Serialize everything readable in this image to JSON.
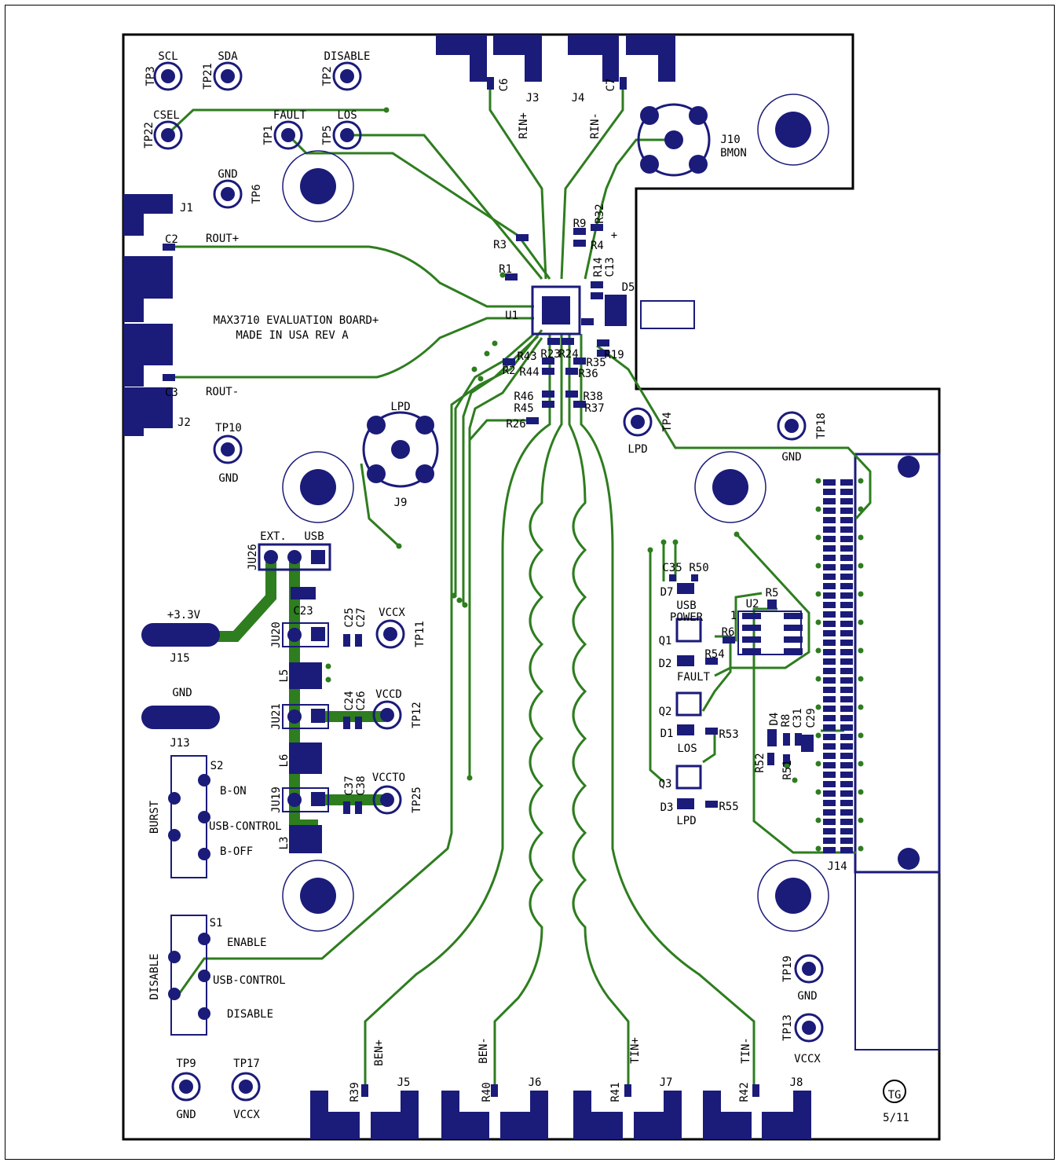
{
  "board": {
    "title_line1": "MAX3710 EVALUATION BOARD+",
    "title_line2": "MADE IN USA   REV A",
    "logo": "TG",
    "date": "5/11"
  },
  "colors": {
    "copper_pad": "#1b1b7a",
    "trace": "#2e7d1f",
    "outline": "#000000"
  },
  "testpoints": [
    {
      "id": "TP3",
      "net": "SCL"
    },
    {
      "id": "TP21",
      "net": "SDA"
    },
    {
      "id": "TP2",
      "net": "DISABLE"
    },
    {
      "id": "TP22",
      "net": "CSEL"
    },
    {
      "id": "TP1",
      "net": "FAULT"
    },
    {
      "id": "TP5",
      "net": "LOS"
    },
    {
      "id": "TP6",
      "net": "GND"
    },
    {
      "id": "TP10",
      "net": "GND"
    },
    {
      "id": "TP4",
      "net": "LPD"
    },
    {
      "id": "TP18",
      "net": "GND"
    },
    {
      "id": "TP11",
      "net": "VCCX"
    },
    {
      "id": "TP12",
      "net": "VCCD"
    },
    {
      "id": "TP25",
      "net": "VCCTO"
    },
    {
      "id": "TP19",
      "net": "GND"
    },
    {
      "id": "TP13",
      "net": "VCCX"
    },
    {
      "id": "TP9",
      "net": "GND"
    },
    {
      "id": "TP17",
      "net": "VCCX"
    }
  ],
  "connectors": {
    "J1": "J1",
    "J2": "J2",
    "J3": "J3",
    "J4": "J4",
    "J5": "J5",
    "J6": "J6",
    "J7": "J7",
    "J8": "J8",
    "J9": "J9",
    "J10": "J10",
    "J10_name": "BMON",
    "J13": "J13",
    "J14": "J14",
    "J15": "J15",
    "J9_name": "LPD"
  },
  "nets": {
    "rin_p": "RIN+",
    "rin_n": "RIN-",
    "rout_p": "ROUT+",
    "rout_n": "ROUT-",
    "ben_p": "BEN+",
    "ben_n": "BEN-",
    "tin_p": "TIN+",
    "tin_n": "TIN-",
    "plus_3v3": "+3.3V",
    "gnd": "GND",
    "plus": "+"
  },
  "jumpers": {
    "JU26": "JU26",
    "JU20": "JU20",
    "JU21": "JU21",
    "JU19": "JU19",
    "ext": "EXT.",
    "usb": "USB"
  },
  "switches": {
    "S2": {
      "id": "S2",
      "name": "BURST",
      "opt1": "B-ON",
      "opt2": "USB-CONTROL",
      "opt3": "B-OFF"
    },
    "S1": {
      "id": "S1",
      "name": "DISABLE",
      "opt1": "ENABLE",
      "opt2": "USB-CONTROL",
      "opt3": "DISABLE"
    }
  },
  "leds": {
    "usb_power_1": "USB",
    "usb_power_2": "POWER",
    "fault": "FAULT",
    "los": "LOS",
    "lpd": "LPD"
  },
  "refdes": {
    "C2": "C2",
    "C3": "C3",
    "C6": "C6",
    "C7": "C7",
    "U1": "U1",
    "U2": "U2",
    "D5": "D5",
    "R1": "R1",
    "R2": "R2",
    "R3": "R3",
    "R4": "R4",
    "R9": "R9",
    "R32": "R32",
    "R14": "R14",
    "C13": "C13",
    "R43": "R43",
    "R44": "R44",
    "R46": "R46",
    "R45": "R45",
    "R26": "R26",
    "R23": "R23",
    "R24": "R24",
    "R35": "R35",
    "R36": "R36",
    "R38": "R38",
    "R37": "R37",
    "R19": "R19",
    "C23": "C23",
    "C25": "C25",
    "C27": "C27",
    "C24": "C24",
    "C26": "C26",
    "C37": "C37",
    "C38": "C38",
    "L5": "L5",
    "L6": "L6",
    "L3": "L3",
    "C35": "C35",
    "R50": "R50",
    "D7": "D7",
    "Q1": "Q1",
    "D2": "D2",
    "R6": "R6",
    "R5": "R5",
    "R54": "R54",
    "Q2": "Q2",
    "D1": "D1",
    "R53": "R53",
    "Q3": "Q3",
    "D3": "D3",
    "R55": "R55",
    "D4": "D4",
    "R8": "R8",
    "C31": "C31",
    "C29": "C29",
    "R52": "R52",
    "R51": "R51",
    "R39": "R39",
    "R40": "R40",
    "R41": "R41",
    "R42": "R42",
    "pin1": "1"
  }
}
